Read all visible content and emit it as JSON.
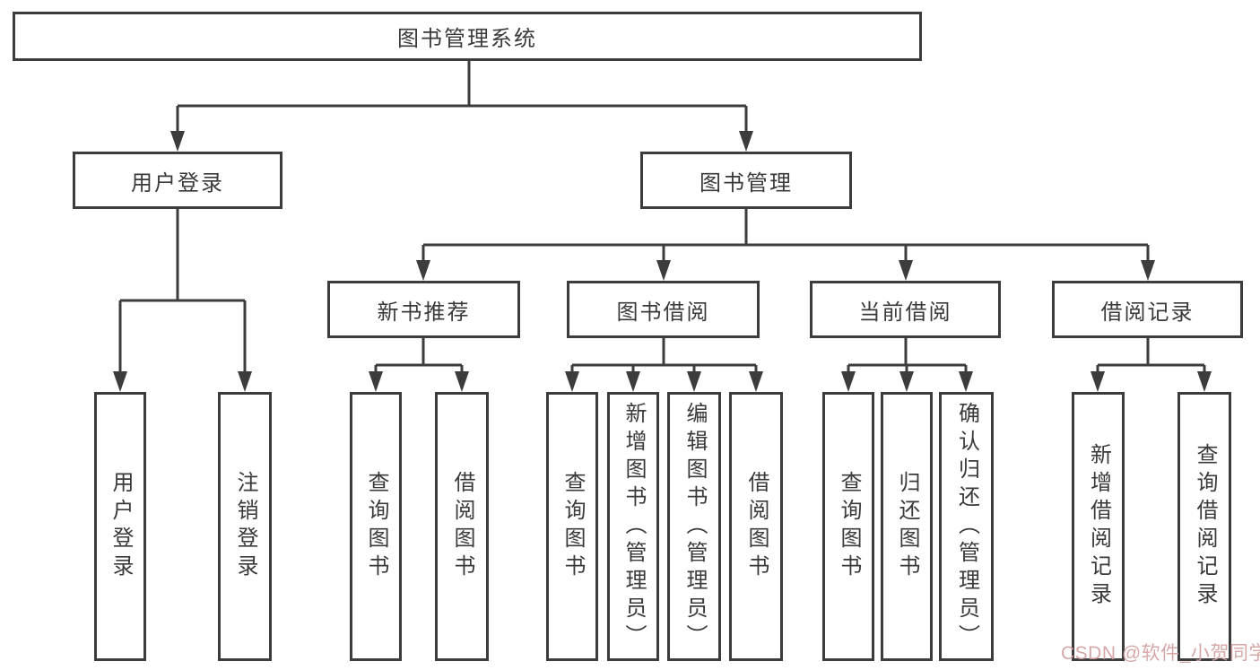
{
  "diagram": {
    "title": "图书管理系统",
    "nodes": {
      "root": {
        "label": "图书管理系统"
      },
      "user_login": {
        "label": "用户登录"
      },
      "book_mgmt": {
        "label": "图书管理"
      },
      "new_book_rec": {
        "label": "新书推荐"
      },
      "book_borrow": {
        "label": "图书借阅"
      },
      "current_borrow": {
        "label": "当前借阅"
      },
      "borrow_records": {
        "label": "借阅记录"
      },
      "leaf_user_login": {
        "label": "用户登录"
      },
      "leaf_logout": {
        "label": "注销登录"
      },
      "leaf_nbr_query": {
        "label": "查询图书"
      },
      "leaf_nbr_borrow": {
        "label": "借阅图书"
      },
      "leaf_bb_query": {
        "label": "查询图书"
      },
      "leaf_bb_add": {
        "label": "新增图书（管理员）"
      },
      "leaf_bb_edit": {
        "label": "编辑图书（管理员）"
      },
      "leaf_bb_borrow": {
        "label": "借阅图书"
      },
      "leaf_cb_query": {
        "label": "查询图书"
      },
      "leaf_cb_return": {
        "label": "归还图书"
      },
      "leaf_cb_confirm": {
        "label": "确认归还（管理员）"
      },
      "leaf_br_add": {
        "label": "新增借阅记录"
      },
      "leaf_br_query": {
        "label": "查询借阅记录"
      }
    }
  },
  "watermark": {
    "text": "CSDN @软件_小贺同学",
    "color": "#D29E9E"
  },
  "colors": {
    "line": "#3C3C3C",
    "text": "#3A3A3A",
    "background": "#FFFFFF"
  }
}
